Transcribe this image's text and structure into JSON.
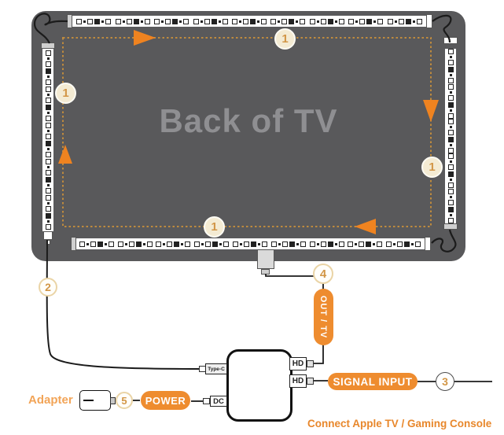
{
  "diagram": {
    "tv_label": "Back of TV",
    "steps": {
      "one": "1",
      "two": "2",
      "three": "3",
      "four": "4",
      "five": "5"
    },
    "pills": {
      "out_tv": "OUT / TV",
      "signal_input": "SIGNAL INPUT",
      "power": "POWER"
    },
    "ports": {
      "type_c": "Type-C",
      "hd_out": "HD",
      "hd_in": "HD",
      "dc": "DC"
    },
    "adapter_label": "Adapter",
    "footnote": "Connect Apple TV / Gaming Console",
    "colors": {
      "tv_gray": "#59595B",
      "route_dash": "#BE8A3E",
      "arrow_orange": "#EF8320",
      "pill_orange": "#EE8C2F",
      "step_number": "#D29646",
      "footnote_orange": "#E8872B"
    }
  }
}
